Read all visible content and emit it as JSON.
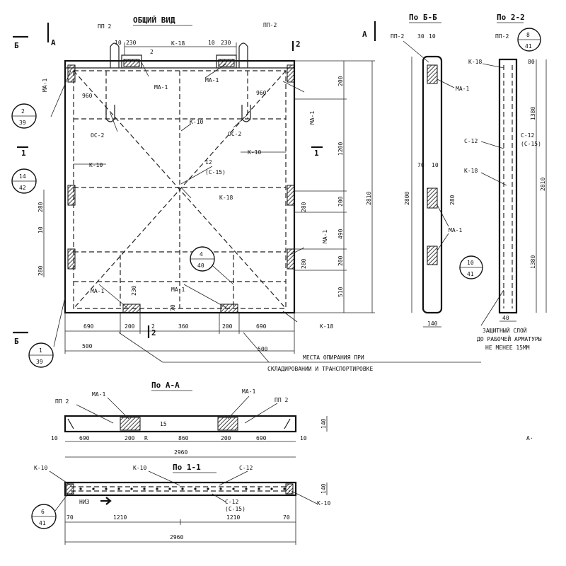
{
  "views": {
    "general": "ОБЩИЙ ВИД",
    "section_bb": "По Б-Б",
    "section_22": "По 2-2",
    "section_aa": "По А-А",
    "section_11": "По 1-1"
  },
  "section_marks": {
    "A": "А",
    "B": "Б",
    "one": "1",
    "two": "2"
  },
  "parts": {
    "pp2": "ПП 2",
    "pp2b": "ПП-2",
    "ma1": "МА-1",
    "k10": "К-10",
    "k18": "К-18",
    "s12": "С-12",
    "s12_alt": "(С-15)",
    "s12_num": "12",
    "os2": "ОС-2",
    "niz": "НИЗ"
  },
  "callouts": [
    {
      "top": "2",
      "bottom": "39"
    },
    {
      "top": "14",
      "bottom": "42"
    },
    {
      "top": "4",
      "bottom": "40"
    },
    {
      "top": "1",
      "bottom": "39"
    },
    {
      "top": "8",
      "bottom": "41"
    },
    {
      "top": "10",
      "bottom": "41"
    },
    {
      "top": "6",
      "bottom": "41"
    }
  ],
  "dims": {
    "d230": "230",
    "d10": "10",
    "d2": "2",
    "d960": "960",
    "d200": "200",
    "d1200": "1200",
    "d2810": "2810",
    "d280": "280",
    "d490": "490",
    "d510": "510",
    "d690": "690",
    "d360": "360",
    "d500": "500",
    "d860": "860",
    "d2960": "2960",
    "d70": "70",
    "d1210": "1210",
    "d140": "140",
    "d2800": "2800",
    "d1380": "1380",
    "d30": "30",
    "d80": "80",
    "d40": "40",
    "d15": "15"
  },
  "notes": {
    "support_line1": "МЕСТА ОПИРАНИЯ ПРИ",
    "support_line2": "СКЛАДИРОВАНИИ И ТРАНСПОРТИРОВКЕ",
    "cover_line1": "ЗАЩИТНЫЙ СЛОЙ",
    "cover_line2": "ДО РАБОЧЕЙ АРМАТУРЫ",
    "cover_line3": "НЕ МЕНЕЕ 15ММ"
  },
  "misc": {
    "r": "R",
    "mark": "А·"
  }
}
